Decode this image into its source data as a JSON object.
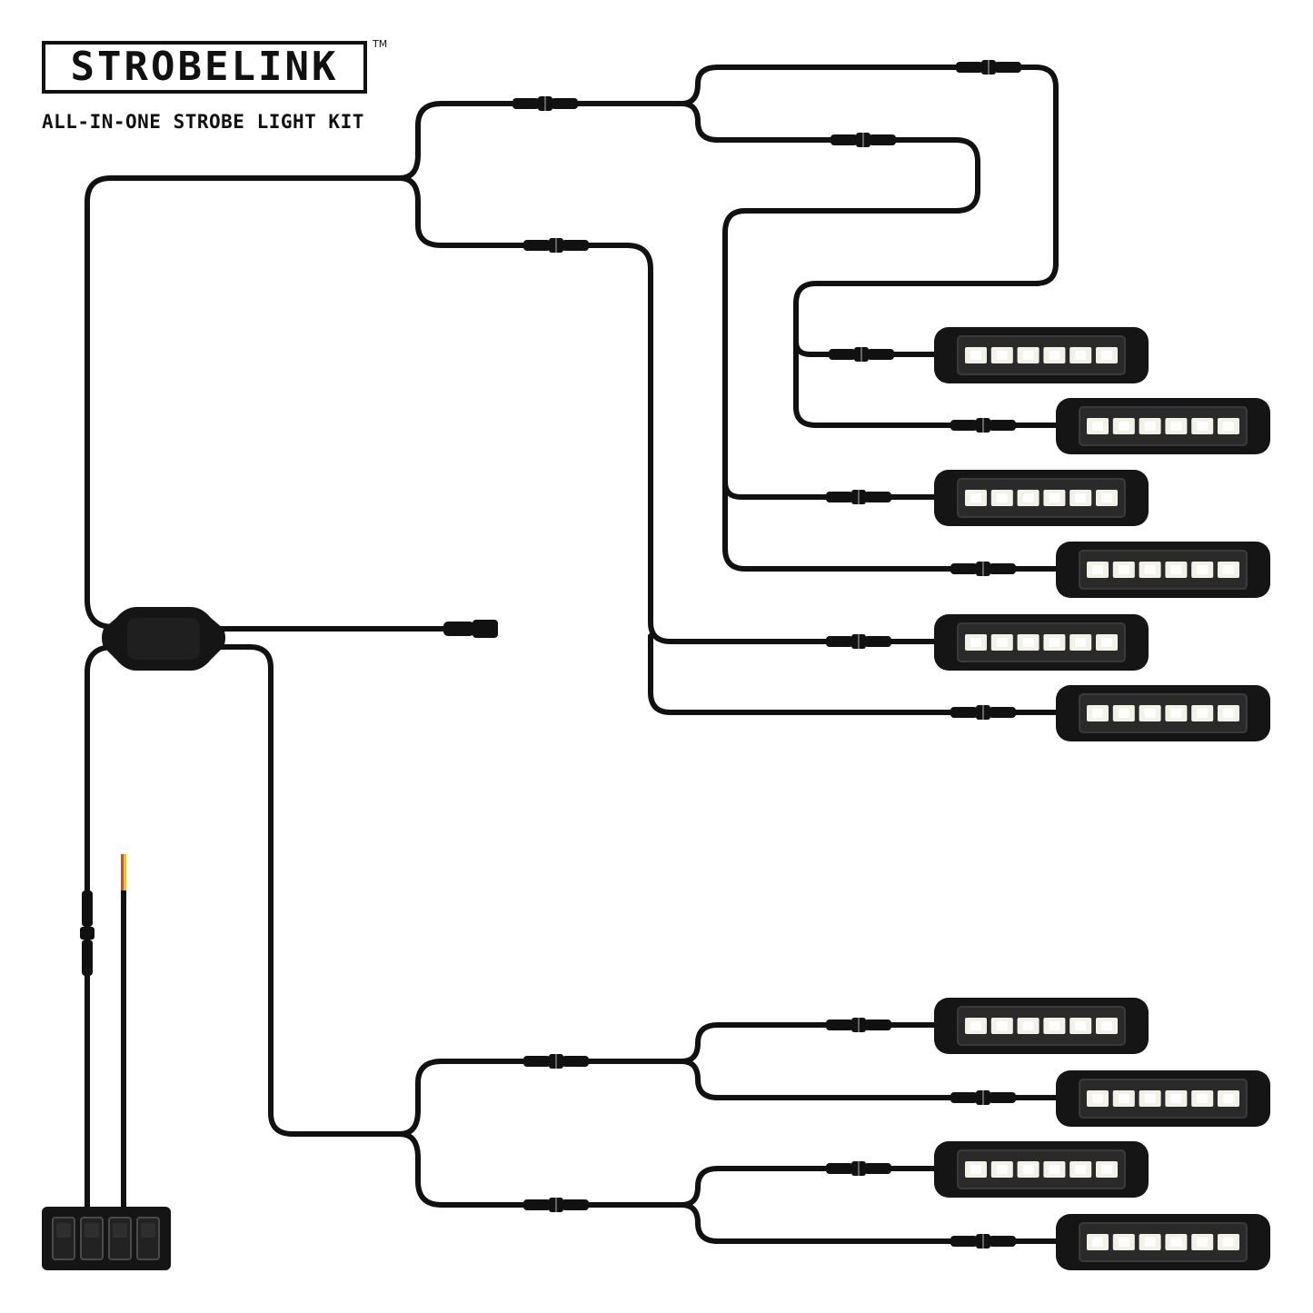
{
  "brand": {
    "logo_text": "STROBELINK",
    "trademark": "TM",
    "tagline": "ALL-IN-ONE STROBE LIGHT KIT"
  },
  "colors": {
    "wire": "#111111",
    "housing": "#151515",
    "lens": "#2a2a2a",
    "led": "#f2f2e6",
    "wire_red": "#d84a2a",
    "wire_yellow": "#e8c23a"
  },
  "components": {
    "control_module": "control-module",
    "switch_panel": {
      "switch_count": 4
    },
    "strobe_lights": {
      "count": 10,
      "leds_per_light": 6
    }
  }
}
